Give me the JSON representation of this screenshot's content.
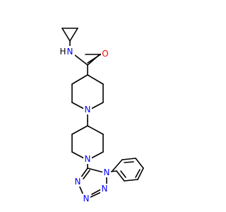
{
  "molecule": {
    "colors": {
      "bond": "#000000",
      "nitrogen": "#0000ff",
      "oxygen": "#ff0000"
    },
    "atoms": {
      "o1": {
        "symbol": "O"
      },
      "n_amide": {
        "symbol": "N"
      },
      "h_amide": {
        "symbol": "H"
      },
      "n_pip1": {
        "symbol": "N"
      },
      "n_pip2": {
        "symbol": "N"
      },
      "n_tz1": {
        "symbol": "N"
      },
      "n_tz2": {
        "symbol": "N"
      },
      "n_tz3": {
        "symbol": "N"
      },
      "n_tz4": {
        "symbol": "N"
      }
    }
  }
}
